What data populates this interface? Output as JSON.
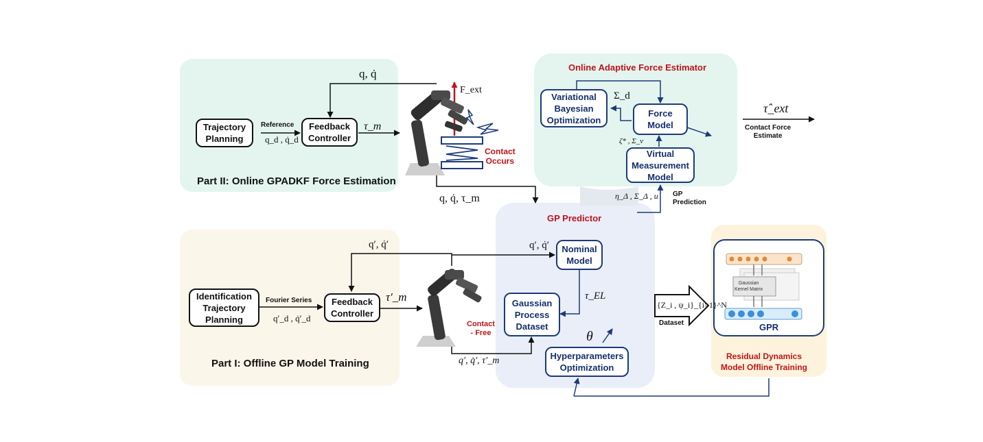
{
  "part2": {
    "title": "Part II: Online GPADKF Force Estimation",
    "trajectory_planning": "Trajectory\nPlanning",
    "feedback_controller": "Feedback\nController",
    "reference_label": "Reference",
    "qd_label": "q_d , q̇_d",
    "qqdot_label": "q, q̇",
    "tau_m_label": "τ_m",
    "fext_label": "F_ext",
    "contact_label": "Contact\nOccurs",
    "output_label": "q, q̇, τ_m"
  },
  "estimator": {
    "title": "Online Adaptive Force Estimator",
    "vbo": "Variational\nBayesian\nOptimization",
    "sigma_d": "Σ_d",
    "force_model": "Force\nModel",
    "zeta_label": "ζ* , Σ_v",
    "virtual_measurement": "Virtual\nMeasurement\nModel",
    "tau_ext_hat": "τ̂_ext",
    "contact_force_estimate": "Contact Force\nEstimate",
    "eta_label": "η_Δ , Σ_Δ , u",
    "gp_prediction": "GP\nPrediction"
  },
  "gp_predictor": {
    "title": "GP Predictor",
    "nominal_model": "Nominal\nModel",
    "q_prime_label": "q′, q̇′",
    "tau_el": "τ_EL",
    "gp_dataset": "Gaussian\nProcess\nDataset",
    "theta": "θ",
    "hyperparameters": "Hyperparameters\nOptimization"
  },
  "part1": {
    "title": "Part I: Offline GP Model Training",
    "identification": "Identification\nTrajectory\nPlanning",
    "fourier_series": "Fourier Series",
    "qd_prime": "q′_d , q̇′_d",
    "feedback_controller": "Feedback\nController",
    "q_prime_label": "q′, q̇′",
    "tau_m_prime": "τ′_m",
    "contact_free": "Contact\n- Free",
    "output_label": "q′, q̇′, τ′_m"
  },
  "residual": {
    "dataset_formula": "{Z_i , ψ_i}_{i=1}^N",
    "dataset_label": "Dataset",
    "gaussian_kernel": "Gaussian\nKernel Matrix",
    "gpr": "GPR",
    "title": "Residual Dynamics\nModel Offline Training"
  },
  "colors": {
    "green_panel": "#e3f5ee",
    "blue_panel": "#e9eef9",
    "beige_panel": "#fbf6ea",
    "yellow_panel": "#fdf3dc",
    "accent_red": "#c0141b",
    "accent_blue": "#1c3a7a"
  }
}
